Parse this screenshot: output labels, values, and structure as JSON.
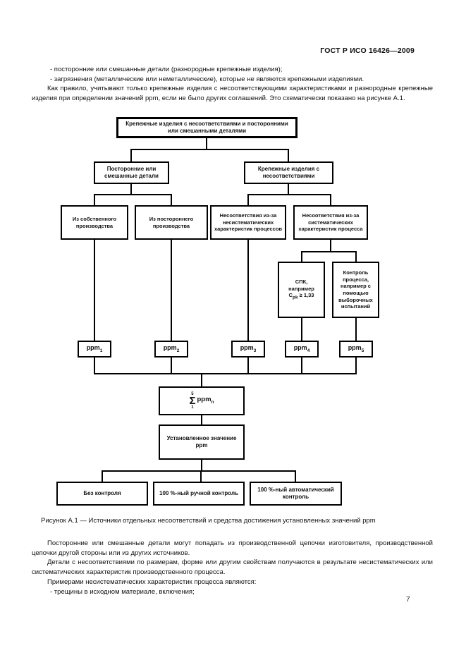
{
  "header": {
    "standard_code": "ГОСТ Р ИСО 16426—2009"
  },
  "intro": {
    "bullets": [
      "-  посторонние или смешанные детали (разнородные крепежные изделия);",
      "-  загрязнения (металлические или неметаллические), которые не являются крепежными изделиями."
    ],
    "paragraph": "Как правило, учитывают только крепежные изделия с несоответствующими характеристиками и разнородные крепежные изделия при определении значений ppm, если не было других соглашений. Это схематически показано на рисунке А.1."
  },
  "flowchart": {
    "root": "Крепежные изделия с несоответствиями и посторонними или смешанными деталями",
    "foreign_parts": "Посторонние или смешанные детали",
    "fasteners_nonconf": "Крепежные изделия с несоответствиями",
    "own_production": "Из собственного производства",
    "outside_production": "Из постороннего производства",
    "nonsystematic": "Несоответствия из-за несистематических характеристик процессов",
    "systematic": "Несоответствия из-за систематических характеристик процесса",
    "spc": {
      "line1": "СПК,",
      "line2": "например",
      "var": "C",
      "var_sub": "pk",
      "cond": " ≥ 1,33"
    },
    "process_control": "Контроль процесса, например с помощью выборочных испытаний",
    "ppm_boxes": [
      {
        "label": "ppm",
        "sub": "1"
      },
      {
        "label": "ppm",
        "sub": "2"
      },
      {
        "label": "ppm",
        "sub": "3"
      },
      {
        "label": "ppm",
        "sub": "4"
      },
      {
        "label": "ppm",
        "sub": "5"
      }
    ],
    "sum": {
      "upper": "5",
      "sigma": "Σ",
      "lower": "1",
      "label": "ppm",
      "sub": "n"
    },
    "established": "Установленное значение ppm",
    "outcomes": [
      "Без контроля",
      "100 %-ный ручной контроль",
      "100 %-ный автоматический контроль"
    ]
  },
  "figure": {
    "caption": "Рисунок А.1 — Источники отдельных несоответствий и средства достижения установленных значений ppm"
  },
  "body": {
    "paragraphs": [
      "Посторонние или смешанные детали могут попадать из производственной цепочки изготовителя, производственной цепочки другой стороны или из других источников.",
      "Детали с несоответствиями по размерам, форме или другим свойствам получаются в результате несистематических или систематических характеристик производственного процесса.",
      "Примерами несистематических характеристик процесса являются:",
      "-  трещины в исходном материале, включения;"
    ]
  },
  "footer": {
    "page_number": "7"
  }
}
